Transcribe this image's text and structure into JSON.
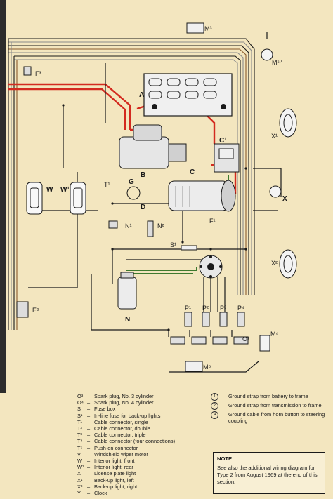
{
  "diagram": {
    "labels": {
      "A": "A",
      "B": "B",
      "C": "C",
      "C1": "C¹",
      "D": "D",
      "F1": "F¹",
      "G": "G",
      "T1": "T¹",
      "W": "W",
      "W1": "W¹",
      "N": "N",
      "N1": "N¹",
      "N2": "N²",
      "S1": "S¹",
      "X": "X",
      "X1": "X¹",
      "X2": "X²",
      "E2": "E²",
      "F3": "F³",
      "M3": "M³",
      "M4": "M⁴",
      "M5": "M⁵",
      "M10": "M¹⁰",
      "P1": "P¹",
      "P2": "P²",
      "P3": "P³",
      "P4": "P⁴",
      "O1": "O¹"
    }
  },
  "legend": [
    {
      "code": "O³",
      "text": "Spark plug, No. 3 cylinder"
    },
    {
      "code": "O⁴",
      "text": "Spark plug, No. 4 cylinder"
    },
    {
      "code": "S",
      "text": "Fuse box"
    },
    {
      "code": "S¹",
      "text": "In-line fuse for back-up lights"
    },
    {
      "code": "T¹",
      "text": "Cable connector, single"
    },
    {
      "code": "T²",
      "text": "Cable connector, double"
    },
    {
      "code": "T³",
      "text": "Cable connector, triple"
    },
    {
      "code": "T⁴",
      "text": "Cable connector (four connections)"
    },
    {
      "code": "T⁵",
      "text": "Push-on connector"
    },
    {
      "code": "V",
      "text": "Windshield wiper motor"
    },
    {
      "code": "W",
      "text": "Interior light, front"
    },
    {
      "code": "W¹",
      "text": "Interior light, rear"
    },
    {
      "code": "X",
      "text": "License plate light"
    },
    {
      "code": "X¹",
      "text": "Back-up light, left"
    },
    {
      "code": "X²",
      "text": "Back-up light, right"
    },
    {
      "code": "Y",
      "text": "Clock"
    }
  ],
  "grounds": [
    {
      "num": "1",
      "text": "Ground strap from battery to frame"
    },
    {
      "num": "2",
      "text": "Ground strap from transmission to frame"
    },
    {
      "num": "4",
      "text": "Ground cable from horn button to steering coupling"
    }
  ],
  "note": {
    "title": "NOTE",
    "text": "See also the additional wiring diagram for Type 2 from August 1969 at the end of this section."
  },
  "colors": {
    "background": "#f3e6bf",
    "red_wire": "#d32a1f",
    "green_wire": "#3f7a2e",
    "black_wire": "#1a1a1a",
    "gray_wire": "#8a8a8a",
    "brown_wire": "#8a5a2b",
    "binding": "#333333"
  }
}
